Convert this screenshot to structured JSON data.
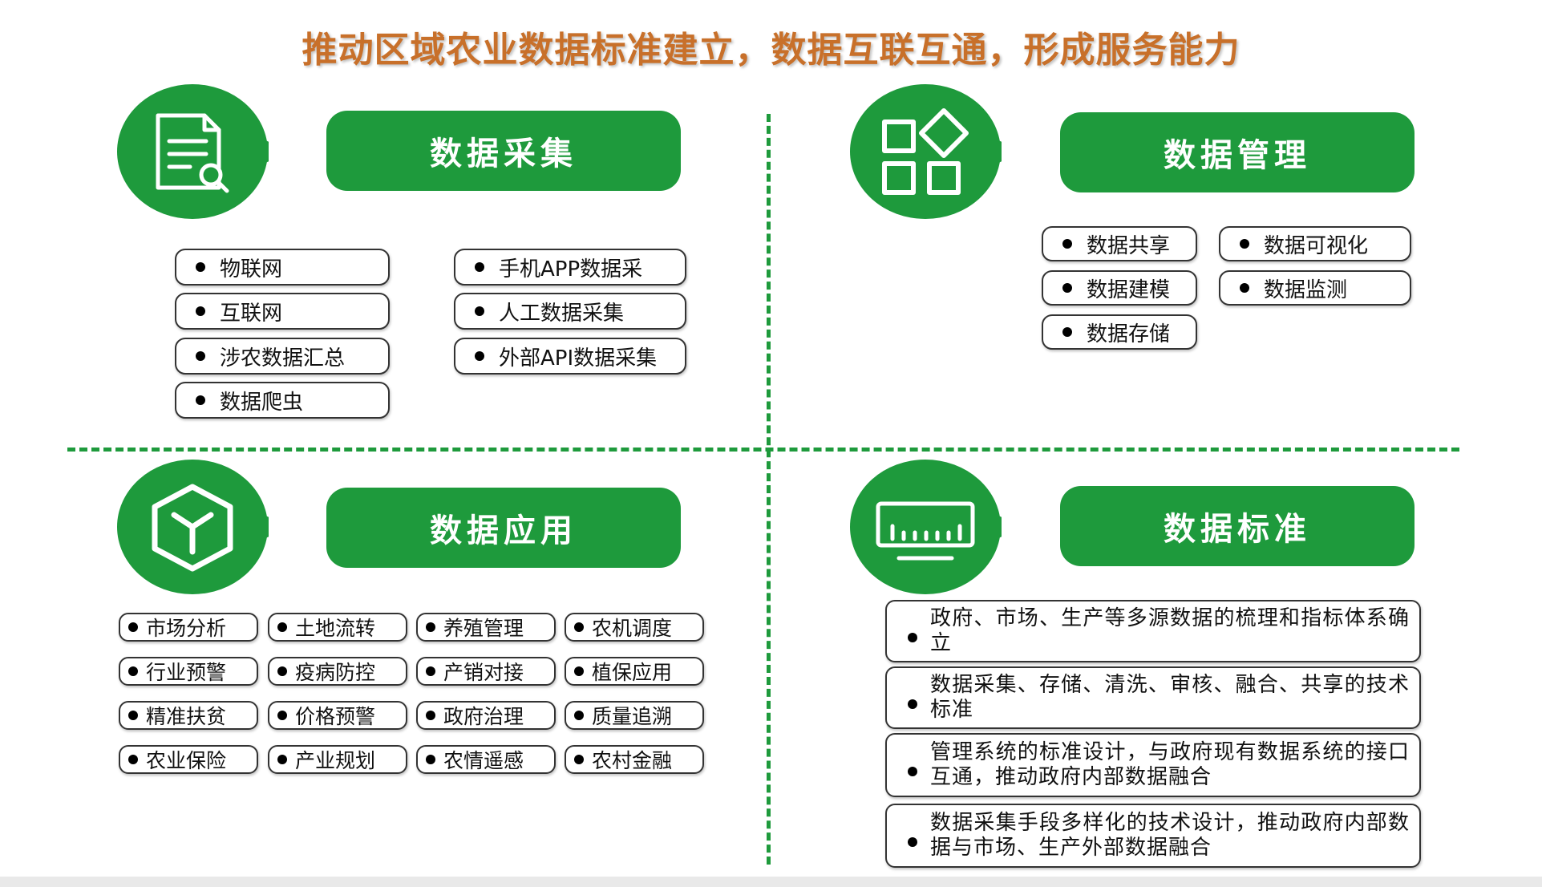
{
  "title": "推动区域农业数据标准建立，数据互联互通，形成服务能力",
  "colors": {
    "green": "#1e9a3c",
    "title": "#c8702a"
  },
  "collection": {
    "header": "数据采集",
    "icon": "document-search-icon",
    "items_left": [
      "物联网",
      "互联网",
      "涉农数据汇总",
      "数据爬虫"
    ],
    "items_right": [
      "手机APP数据采",
      "人工数据采集",
      "外部API数据采集"
    ]
  },
  "management": {
    "header": "数据管理",
    "icon": "app-grid-icon",
    "items": [
      "数据共享",
      "数据可视化",
      "数据建模",
      "数据监测",
      "数据存储"
    ]
  },
  "application": {
    "header": "数据应用",
    "icon": "cube-icon",
    "items": [
      "市场分析",
      "土地流转",
      "养殖管理",
      "农机调度",
      "行业预警",
      "疫病防控",
      "产销对接",
      "植保应用",
      "精准扶贫",
      "价格预警",
      "政府治理",
      "质量追溯",
      "农业保险",
      "产业规划",
      "农情遥感",
      "农村金融"
    ]
  },
  "standard": {
    "header": "数据标准",
    "icon": "ruler-icon",
    "items": [
      "政府、市场、生产等多源数据的梳理和指标体系确立",
      "数据采集、存储、清洗、审核、融合、共享的技术标准",
      "管理系统的标准设计，与政府现有数据系统的接口互通，推动政府内部数据融合",
      "数据采集手段多样化的技术设计，推动政府内部数据与市场、生产外部数据融合"
    ]
  }
}
